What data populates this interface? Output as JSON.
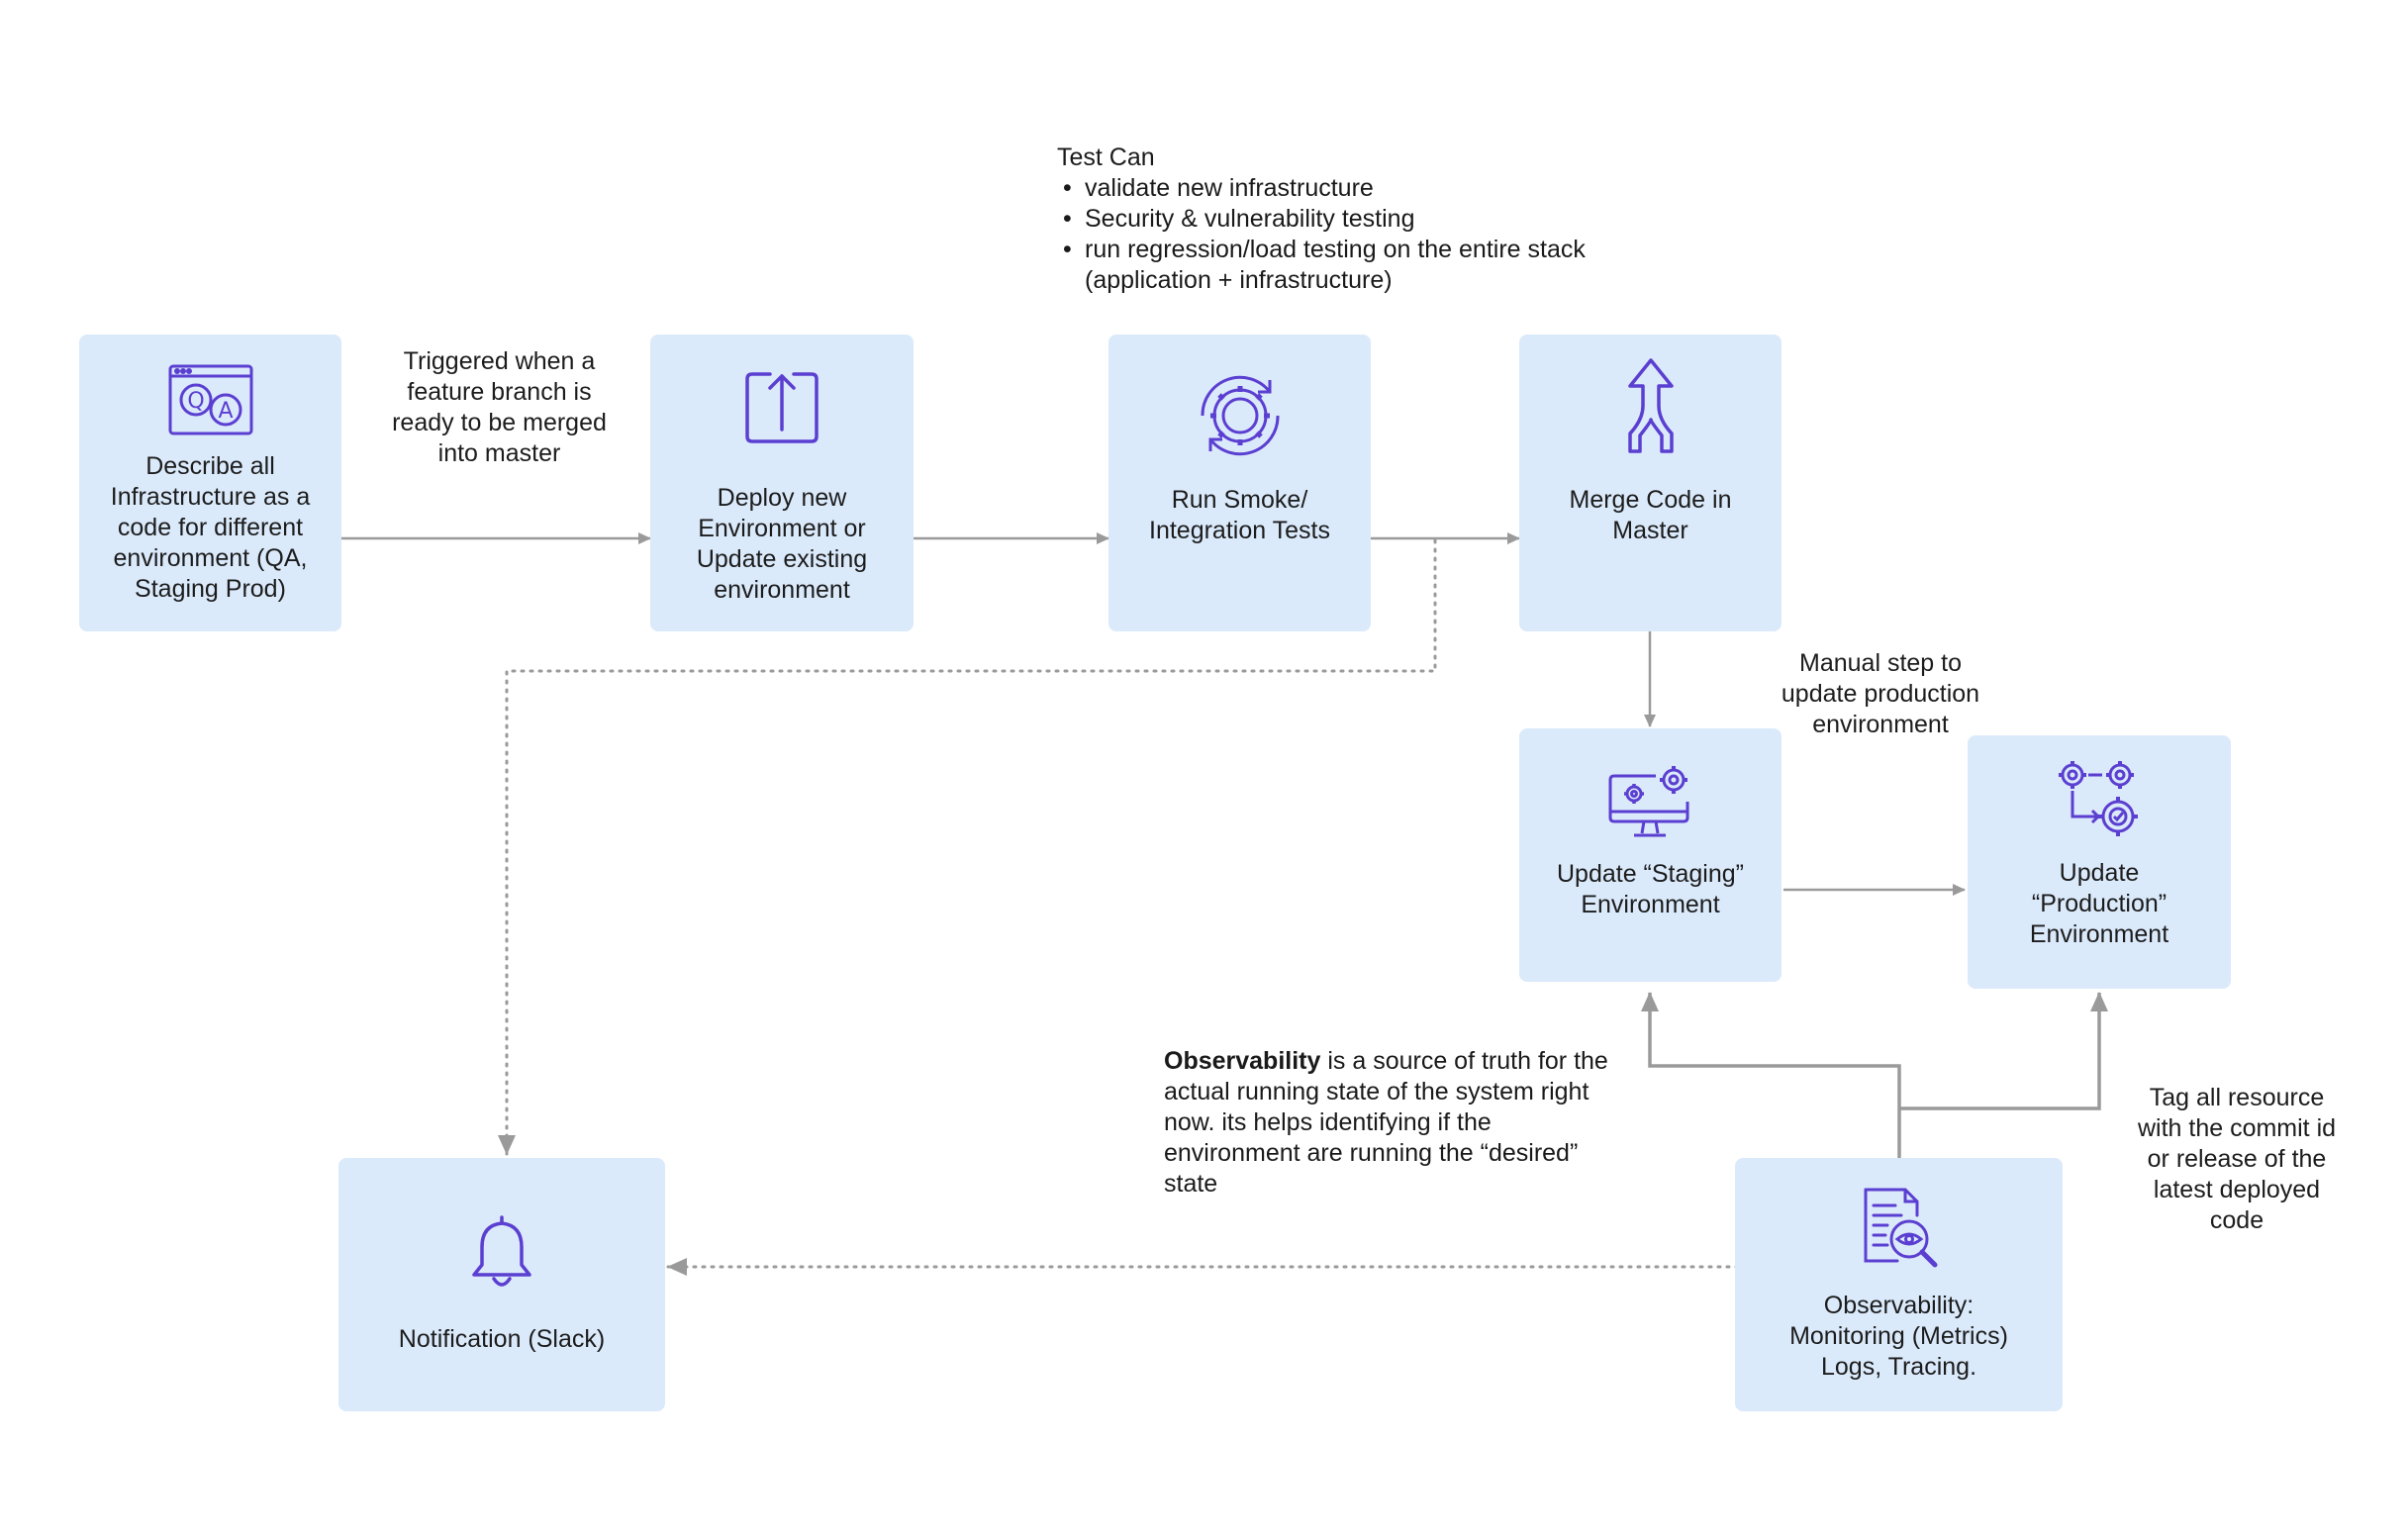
{
  "colors": {
    "box_fill": "#dbeafb",
    "icon_stroke": "#5b3fd1",
    "connector": "#9a9a9a",
    "text": "#1c1c1c"
  },
  "nodes": {
    "describe": {
      "label": "Describe all\nInfrastructure as a\ncode for different\nenvironment (QA,\nStaging Prod)",
      "icon": "qa-window-icon"
    },
    "deploy": {
      "label": "Deploy new\nEnvironment or\nUpdate existing\nenvironment",
      "icon": "upload-box-icon"
    },
    "tests": {
      "label": "Run Smoke/\nIntegration Tests",
      "icon": "gear-refresh-icon"
    },
    "merge": {
      "label": "Merge Code in\nMaster",
      "icon": "merge-arrow-icon"
    },
    "staging": {
      "label": "Update “Staging”\nEnvironment",
      "icon": "monitor-gears-icon"
    },
    "production": {
      "label": "Update\n“Production”\nEnvironment",
      "icon": "gears-check-icon"
    },
    "notification": {
      "label": "Notification (Slack)",
      "icon": "bell-icon"
    },
    "observability": {
      "label": "Observability:\nMonitoring (Metrics)\nLogs, Tracing.",
      "icon": "document-eye-icon"
    }
  },
  "annotations": {
    "trigger": "Triggered when a\nfeature branch is\nready to be merged\ninto master",
    "tests_heading": "Test Can",
    "tests_items": [
      "validate new infrastructure",
      "Security & vulnerability testing",
      "run regression/load testing on the entire stack\n(application + infrastructure)"
    ],
    "manual_step": "Manual step to\nupdate production\nenvironment",
    "observability_bold": "Observability",
    "observability_rest": " is a source of truth for the actual running state  of the system right now. its helps identifying if the environment are running the “desired” state",
    "tag_resources": "Tag all resource\nwith the commit id\nor release of the\nlatest deployed\ncode"
  }
}
